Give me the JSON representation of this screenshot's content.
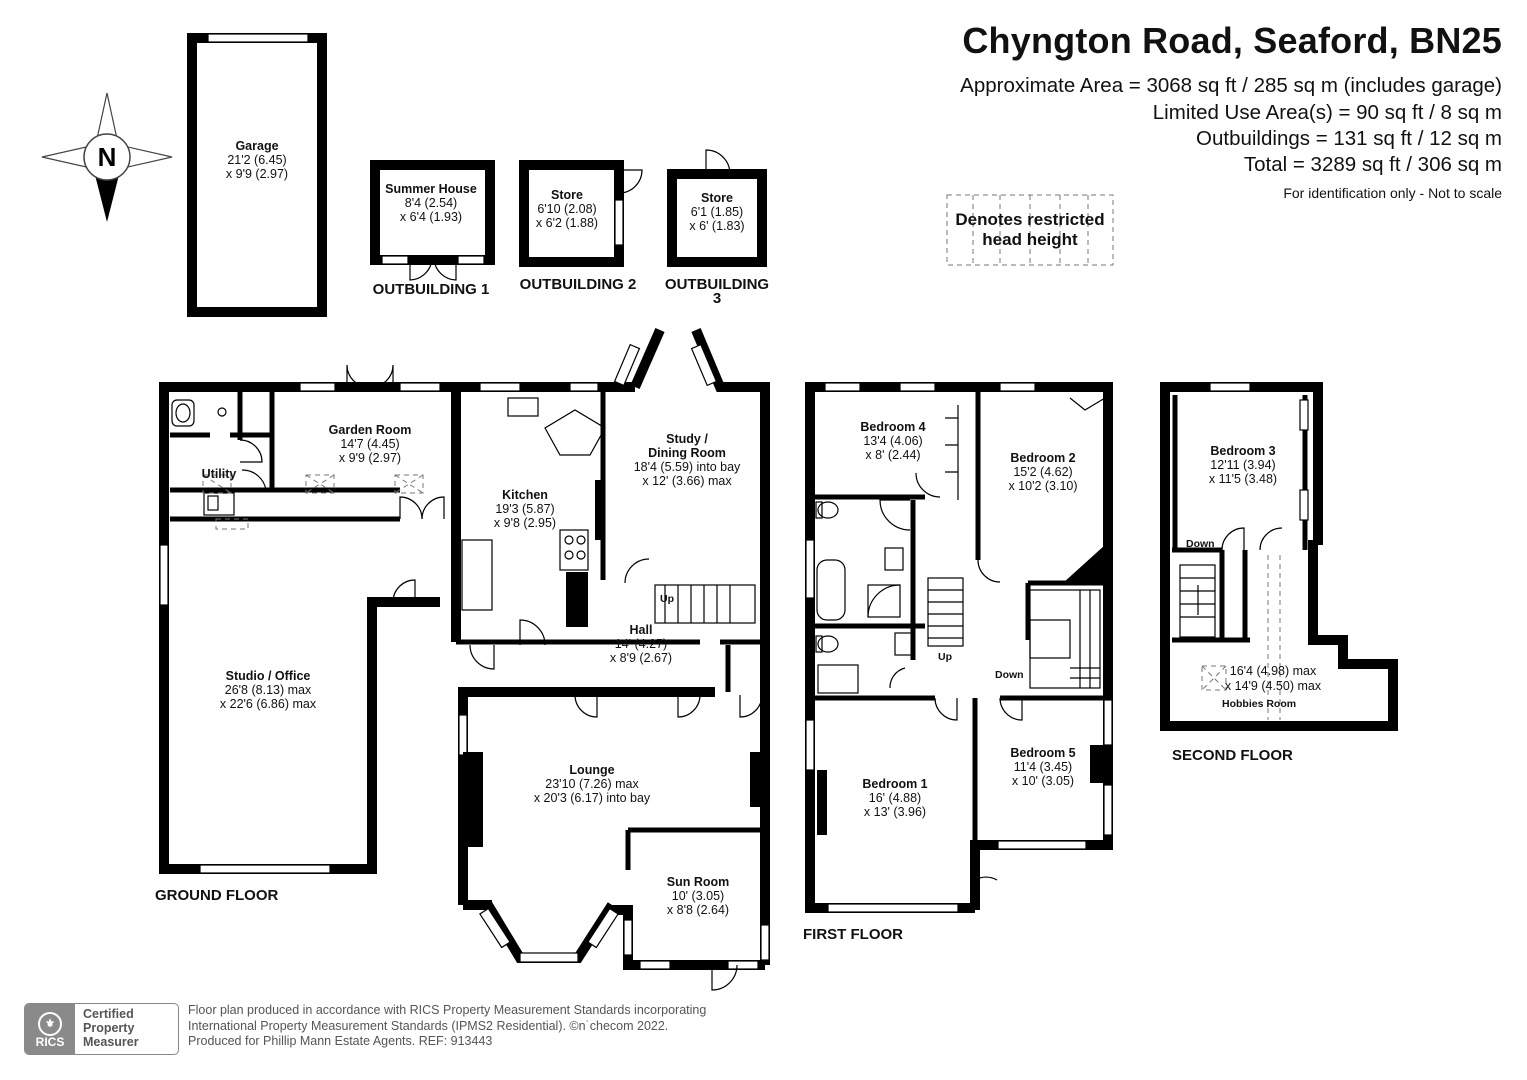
{
  "header": {
    "title": "Chyngton Road, Seaford, BN25",
    "approx_area": "Approximate Area = 3068 sq ft / 285 sq m (includes garage)",
    "limited_use": "Limited Use Area(s) = 90 sq ft / 8 sq m",
    "outbuildings": "Outbuildings = 131 sq ft / 12 sq m",
    "total": "Total = 3289 sq ft / 306 sq m",
    "disclaimer": "For identification only - Not to scale"
  },
  "legend": {
    "restricted_line1": "Denotes restricted",
    "restricted_line2": "head height"
  },
  "compass": {
    "north": "N"
  },
  "rooms": {
    "garage": {
      "name": "Garage",
      "dim1": "21'2 (6.45)",
      "dim2": "x 9'9 (2.97)"
    },
    "summer_house": {
      "name": "Summer House",
      "dim1": "8'4 (2.54)",
      "dim2": "x 6'4 (1.93)"
    },
    "store_2": {
      "name": "Store",
      "dim1": "6'10 (2.08)",
      "dim2": "x 6'2 (1.88)"
    },
    "store_3": {
      "name": "Store",
      "dim1": "6'1 (1.85)",
      "dim2": "x 6' (1.83)"
    },
    "garden_room": {
      "name": "Garden Room",
      "dim1": "14'7 (4.45)",
      "dim2": "x 9'9 (2.97)"
    },
    "utility": {
      "name": "Utility"
    },
    "kitchen": {
      "name": "Kitchen",
      "dim1": "19'3 (5.87)",
      "dim2": "x 9'8 (2.95)"
    },
    "study": {
      "name": "Study /",
      "name2": "Dining Room",
      "dim1": "18'4 (5.59) into bay",
      "dim2": "x 12' (3.66) max"
    },
    "hall": {
      "name": "Hall",
      "dim1": "14' (4.27)",
      "dim2": "x 8'9 (2.67)"
    },
    "studio": {
      "name": "Studio / Office",
      "dim1": "26'8 (8.13) max",
      "dim2": "x 22'6 (6.86) max"
    },
    "lounge": {
      "name": "Lounge",
      "dim1": "23'10 (7.26) max",
      "dim2": "x 20'3 (6.17) into bay"
    },
    "sun_room": {
      "name": "Sun Room",
      "dim1": "10' (3.05)",
      "dim2": "x 8'8 (2.64)"
    },
    "bedroom_4": {
      "name": "Bedroom 4",
      "dim1": "13'4 (4.06)",
      "dim2": "x 8' (2.44)"
    },
    "bedroom_2": {
      "name": "Bedroom 2",
      "dim1": "15'2 (4.62)",
      "dim2": "x 10'2 (3.10)"
    },
    "bedroom_1": {
      "name": "Bedroom 1",
      "dim1": "16' (4.88)",
      "dim2": "x 13' (3.96)"
    },
    "bedroom_5": {
      "name": "Bedroom 5",
      "dim1": "11'4 (3.45)",
      "dim2": "x 10' (3.05)"
    },
    "bedroom_3": {
      "name": "Bedroom 3",
      "dim1": "12'11 (3.94)",
      "dim2": "x 11'5 (3.48)"
    },
    "hobbies": {
      "name": "Hobbies Room",
      "dim1": "16'4 (4.98) max",
      "dim2": "x 14'9 (4.50) max"
    }
  },
  "stair_labels": {
    "ground_up": "Up",
    "first_up": "Up",
    "first_down": "Down",
    "second_down": "Down"
  },
  "floors": {
    "ground": "GROUND FLOOR",
    "first": "FIRST FLOOR",
    "second": "SECOND FLOOR",
    "outbuilding_1": "OUTBUILDING 1",
    "outbuilding_2": "OUTBUILDING 2",
    "outbuilding_3_line1": "OUTBUILDING",
    "outbuilding_3_line2": "3"
  },
  "footer": {
    "line1": "Floor plan produced in accordance with RICS Property Measurement Standards incorporating",
    "line2": "International Property Measurement Standards (IPMS2 Residential).  ©n˙checom 2022.",
    "line3": "Produced for Phillip Mann Estate Agents.   REF:  913443",
    "badge_text": "Certified\nProperty\nMeasurer",
    "badge_logo": "RICS"
  }
}
